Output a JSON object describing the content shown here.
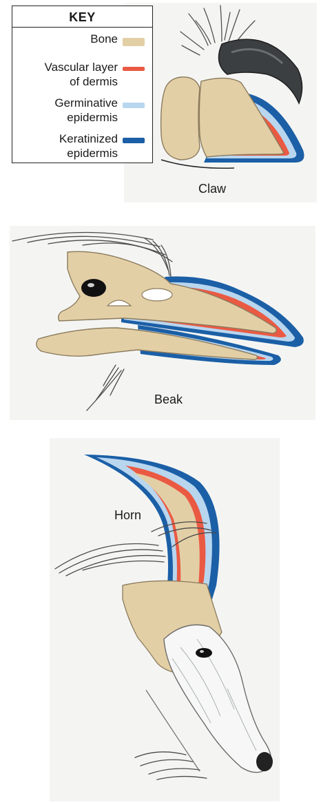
{
  "key": {
    "title": "KEY",
    "items": [
      {
        "label": "Bone",
        "color": "#e3cfa6"
      },
      {
        "label": "Vascular layer\nof dermis",
        "color": "#ea5a43"
      },
      {
        "label": "Germinative\nepidermis",
        "color": "#b9d6ef"
      },
      {
        "label": "Keratinized\nepidermis",
        "color": "#1b5fa6"
      }
    ]
  },
  "panels": {
    "claw": {
      "caption": "Claw"
    },
    "beak": {
      "caption": "Beak"
    },
    "horn": {
      "caption": "Horn"
    }
  },
  "colors": {
    "bone": "#e3cfa6",
    "bone_outline": "#8a7a5c",
    "vascular": "#ea5a43",
    "germinative": "#b9d6ef",
    "keratinized": "#1b5fa6",
    "claw_keratin": "#3c3f42",
    "hair": "#555555",
    "panel_background": "#f4f5f3"
  }
}
